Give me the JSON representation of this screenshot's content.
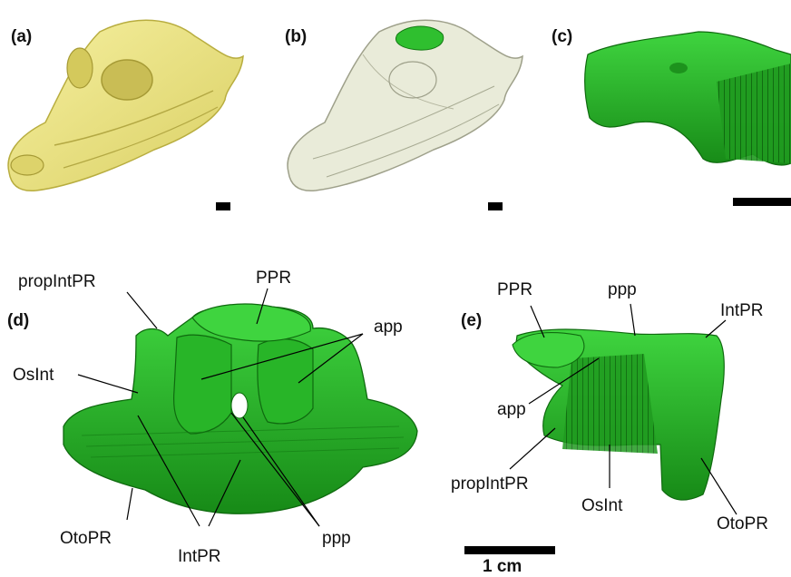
{
  "panels": {
    "a": "(a)",
    "b": "(b)",
    "c": "(c)",
    "d": "(d)",
    "e": "(e)"
  },
  "panel_d_labels": {
    "propIntPR": "propIntPR",
    "PPR": "PPR",
    "app": "app",
    "OsInt": "OsInt",
    "OtoPR": "OtoPR",
    "IntPR": "IntPR",
    "ppp": "ppp"
  },
  "panel_e_labels": {
    "PPR": "PPR",
    "ppp": "ppp",
    "IntPR": "IntPR",
    "app": "app",
    "propIntPR": "propIntPR",
    "OsInt": "OsInt",
    "OtoPR": "OtoPR"
  },
  "scale": {
    "label": "1 cm"
  },
  "colors": {
    "skull": "#efe88a",
    "skull_edge": "#c9bf4f",
    "translucent_skull": "#d6d9b6",
    "pneumatic_green": "#2fbf2f",
    "pneumatic_dark": "#137a13"
  }
}
